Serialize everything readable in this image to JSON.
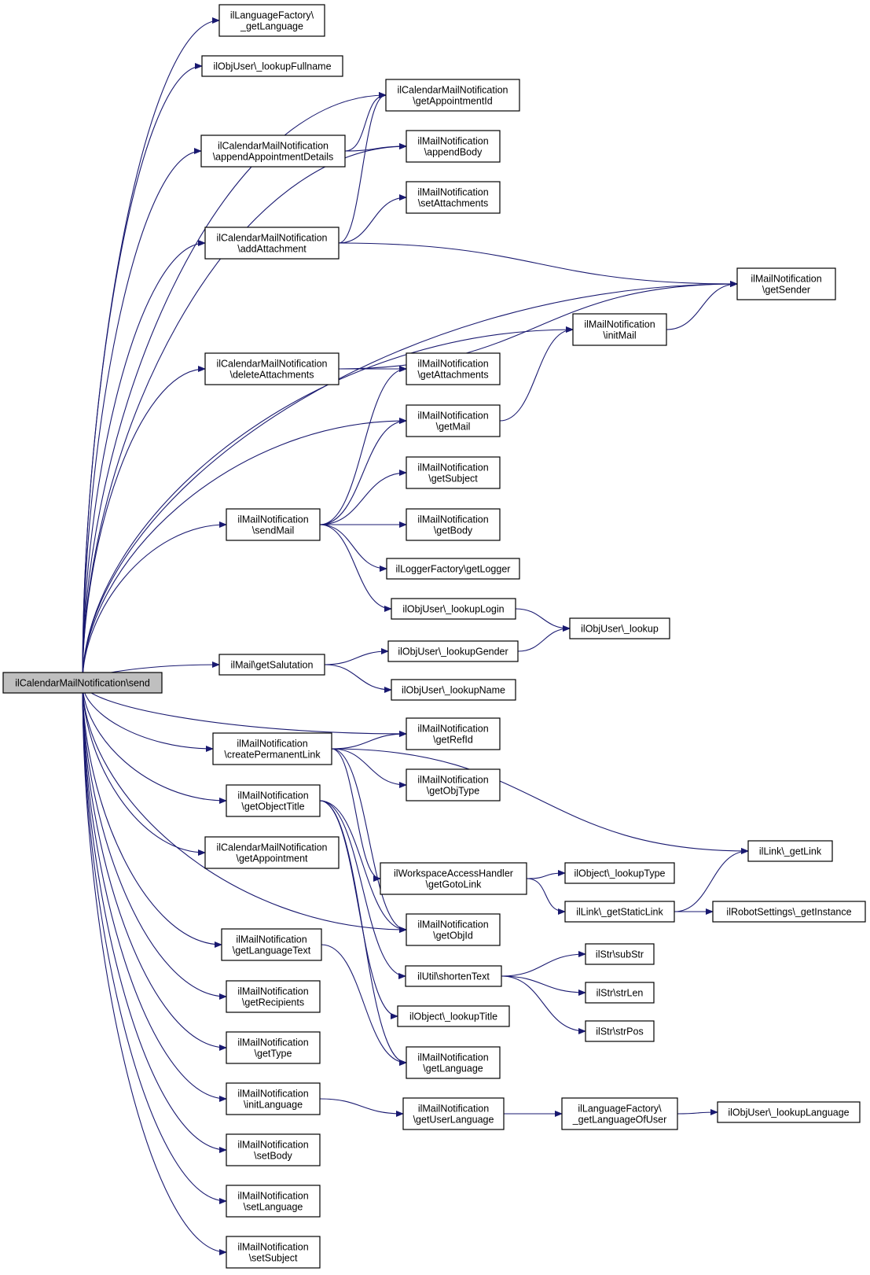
{
  "diagram": {
    "type": "call-graph",
    "edge_color": "#191970",
    "root_fill": "#bfbfbf",
    "nodes": [
      {
        "id": "send",
        "lines": [
          "ilCalendarMailNotification\\send"
        ],
        "root": true
      },
      {
        "id": "getLanguage_factory",
        "lines": [
          "ilLanguageFactory\\",
          "_getLanguage"
        ]
      },
      {
        "id": "lookupFullname",
        "lines": [
          "ilObjUser\\_lookupFullname"
        ]
      },
      {
        "id": "getAppointmentId",
        "lines": [
          "ilCalendarMailNotification",
          "\\getAppointmentId"
        ]
      },
      {
        "id": "appendAppointmentDetails",
        "lines": [
          "ilCalendarMailNotification",
          "\\appendAppointmentDetails"
        ]
      },
      {
        "id": "appendBody",
        "lines": [
          "ilMailNotification",
          "\\appendBody"
        ]
      },
      {
        "id": "setAttachments",
        "lines": [
          "ilMailNotification",
          "\\setAttachments"
        ]
      },
      {
        "id": "addAttachment",
        "lines": [
          "ilCalendarMailNotification",
          "\\addAttachment"
        ]
      },
      {
        "id": "getSender",
        "lines": [
          "ilMailNotification",
          "\\getSender"
        ]
      },
      {
        "id": "initMail",
        "lines": [
          "ilMailNotification",
          "\\initMail"
        ]
      },
      {
        "id": "deleteAttachments",
        "lines": [
          "ilCalendarMailNotification",
          "\\deleteAttachments"
        ]
      },
      {
        "id": "getAttachments",
        "lines": [
          "ilMailNotification",
          "\\getAttachments"
        ]
      },
      {
        "id": "getMail",
        "lines": [
          "ilMailNotification",
          "\\getMail"
        ]
      },
      {
        "id": "getSubject",
        "lines": [
          "ilMailNotification",
          "\\getSubject"
        ]
      },
      {
        "id": "sendMail",
        "lines": [
          "ilMailNotification",
          "\\sendMail"
        ]
      },
      {
        "id": "getBody",
        "lines": [
          "ilMailNotification",
          "\\getBody"
        ]
      },
      {
        "id": "getLogger",
        "lines": [
          "ilLoggerFactory\\getLogger"
        ]
      },
      {
        "id": "lookupLogin",
        "lines": [
          "ilObjUser\\_lookupLogin"
        ]
      },
      {
        "id": "lookup",
        "lines": [
          "ilObjUser\\_lookup"
        ]
      },
      {
        "id": "getSalutation",
        "lines": [
          "ilMail\\getSalutation"
        ]
      },
      {
        "id": "lookupGender",
        "lines": [
          "ilObjUser\\_lookupGender"
        ]
      },
      {
        "id": "lookupName",
        "lines": [
          "ilObjUser\\_lookupName"
        ]
      },
      {
        "id": "getRefId",
        "lines": [
          "ilMailNotification",
          "\\getRefId"
        ]
      },
      {
        "id": "createPermanentLink",
        "lines": [
          "ilMailNotification",
          "\\createPermanentLink"
        ]
      },
      {
        "id": "getObjType",
        "lines": [
          "ilMailNotification",
          "\\getObjType"
        ]
      },
      {
        "id": "getObjectTitle",
        "lines": [
          "ilMailNotification",
          "\\getObjectTitle"
        ]
      },
      {
        "id": "getLink",
        "lines": [
          "ilLink\\_getLink"
        ]
      },
      {
        "id": "getAppointment",
        "lines": [
          "ilCalendarMailNotification",
          "\\getAppointment"
        ]
      },
      {
        "id": "getGotoLink",
        "lines": [
          "ilWorkspaceAccessHandler",
          "\\getGotoLink"
        ]
      },
      {
        "id": "lookupType",
        "lines": [
          "ilObject\\_lookupType"
        ]
      },
      {
        "id": "getStaticLink",
        "lines": [
          "ilLink\\_getStaticLink"
        ]
      },
      {
        "id": "robotGetInstance",
        "lines": [
          "ilRobotSettings\\_getInstance"
        ]
      },
      {
        "id": "getObjId",
        "lines": [
          "ilMailNotification",
          "\\getObjId"
        ]
      },
      {
        "id": "getLanguageText",
        "lines": [
          "ilMailNotification",
          "\\getLanguageText"
        ]
      },
      {
        "id": "subStr",
        "lines": [
          "ilStr\\subStr"
        ]
      },
      {
        "id": "shortenText",
        "lines": [
          "ilUtil\\shortenText"
        ]
      },
      {
        "id": "strLen",
        "lines": [
          "ilStr\\strLen"
        ]
      },
      {
        "id": "getRecipients",
        "lines": [
          "ilMailNotification",
          "\\getRecipients"
        ]
      },
      {
        "id": "lookupTitle",
        "lines": [
          "ilObject\\_lookupTitle"
        ]
      },
      {
        "id": "strPos",
        "lines": [
          "ilStr\\strPos"
        ]
      },
      {
        "id": "getType",
        "lines": [
          "ilMailNotification",
          "\\getType"
        ]
      },
      {
        "id": "getLanguage_mail",
        "lines": [
          "ilMailNotification",
          "\\getLanguage"
        ]
      },
      {
        "id": "initLanguage",
        "lines": [
          "ilMailNotification",
          "\\initLanguage"
        ]
      },
      {
        "id": "getUserLanguage",
        "lines": [
          "ilMailNotification",
          "\\getUserLanguage"
        ]
      },
      {
        "id": "getLanguageOfUser",
        "lines": [
          "ilLanguageFactory\\",
          "_getLanguageOfUser"
        ]
      },
      {
        "id": "lookupLanguage",
        "lines": [
          "ilObjUser\\_lookupLanguage"
        ]
      },
      {
        "id": "setBody",
        "lines": [
          "ilMailNotification",
          "\\setBody"
        ]
      },
      {
        "id": "setLanguage",
        "lines": [
          "ilMailNotification",
          "\\setLanguage"
        ]
      },
      {
        "id": "setSubject",
        "lines": [
          "ilMailNotification",
          "\\setSubject"
        ]
      }
    ],
    "edges": [
      [
        "send",
        "getLanguage_factory"
      ],
      [
        "send",
        "lookupFullname"
      ],
      [
        "send",
        "getAppointmentId"
      ],
      [
        "send",
        "appendAppointmentDetails"
      ],
      [
        "send",
        "appendBody"
      ],
      [
        "send",
        "addAttachment"
      ],
      [
        "send",
        "getSender"
      ],
      [
        "send",
        "initMail"
      ],
      [
        "send",
        "deleteAttachments"
      ],
      [
        "send",
        "getMail"
      ],
      [
        "send",
        "sendMail"
      ],
      [
        "send",
        "getSalutation"
      ],
      [
        "send",
        "getRefId"
      ],
      [
        "send",
        "createPermanentLink"
      ],
      [
        "send",
        "getObjectTitle"
      ],
      [
        "send",
        "getAppointment"
      ],
      [
        "send",
        "getObjId"
      ],
      [
        "send",
        "getLanguageText"
      ],
      [
        "send",
        "getRecipients"
      ],
      [
        "send",
        "getType"
      ],
      [
        "send",
        "initLanguage"
      ],
      [
        "send",
        "setBody"
      ],
      [
        "send",
        "setLanguage"
      ],
      [
        "send",
        "setSubject"
      ],
      [
        "appendAppointmentDetails",
        "getAppointmentId"
      ],
      [
        "appendAppointmentDetails",
        "appendBody"
      ],
      [
        "addAttachment",
        "getAppointmentId"
      ],
      [
        "addAttachment",
        "setAttachments"
      ],
      [
        "addAttachment",
        "getSender"
      ],
      [
        "initMail",
        "getSender"
      ],
      [
        "deleteAttachments",
        "getSender"
      ],
      [
        "deleteAttachments",
        "getAttachments"
      ],
      [
        "getMail",
        "initMail"
      ],
      [
        "sendMail",
        "getAttachments"
      ],
      [
        "sendMail",
        "getMail"
      ],
      [
        "sendMail",
        "getSubject"
      ],
      [
        "sendMail",
        "getBody"
      ],
      [
        "sendMail",
        "getLogger"
      ],
      [
        "sendMail",
        "lookupLogin"
      ],
      [
        "lookupLogin",
        "lookup"
      ],
      [
        "getSalutation",
        "lookupGender"
      ],
      [
        "getSalutation",
        "lookupName"
      ],
      [
        "lookupGender",
        "lookup"
      ],
      [
        "createPermanentLink",
        "getRefId"
      ],
      [
        "createPermanentLink",
        "getObjType"
      ],
      [
        "createPermanentLink",
        "getLink"
      ],
      [
        "createPermanentLink",
        "getGotoLink"
      ],
      [
        "createPermanentLink",
        "getObjId"
      ],
      [
        "getObjectTitle",
        "getObjId"
      ],
      [
        "getObjectTitle",
        "shortenText"
      ],
      [
        "getObjectTitle",
        "lookupTitle"
      ],
      [
        "getObjectTitle",
        "getLanguage_mail"
      ],
      [
        "getGotoLink",
        "lookupType"
      ],
      [
        "getGotoLink",
        "getStaticLink"
      ],
      [
        "getStaticLink",
        "getLink"
      ],
      [
        "getStaticLink",
        "robotGetInstance"
      ],
      [
        "getLanguageText",
        "getLanguage_mail"
      ],
      [
        "shortenText",
        "subStr"
      ],
      [
        "shortenText",
        "strLen"
      ],
      [
        "shortenText",
        "strPos"
      ],
      [
        "initLanguage",
        "getUserLanguage"
      ],
      [
        "getUserLanguage",
        "getLanguageOfUser"
      ],
      [
        "getLanguageOfUser",
        "lookupLanguage"
      ]
    ]
  }
}
